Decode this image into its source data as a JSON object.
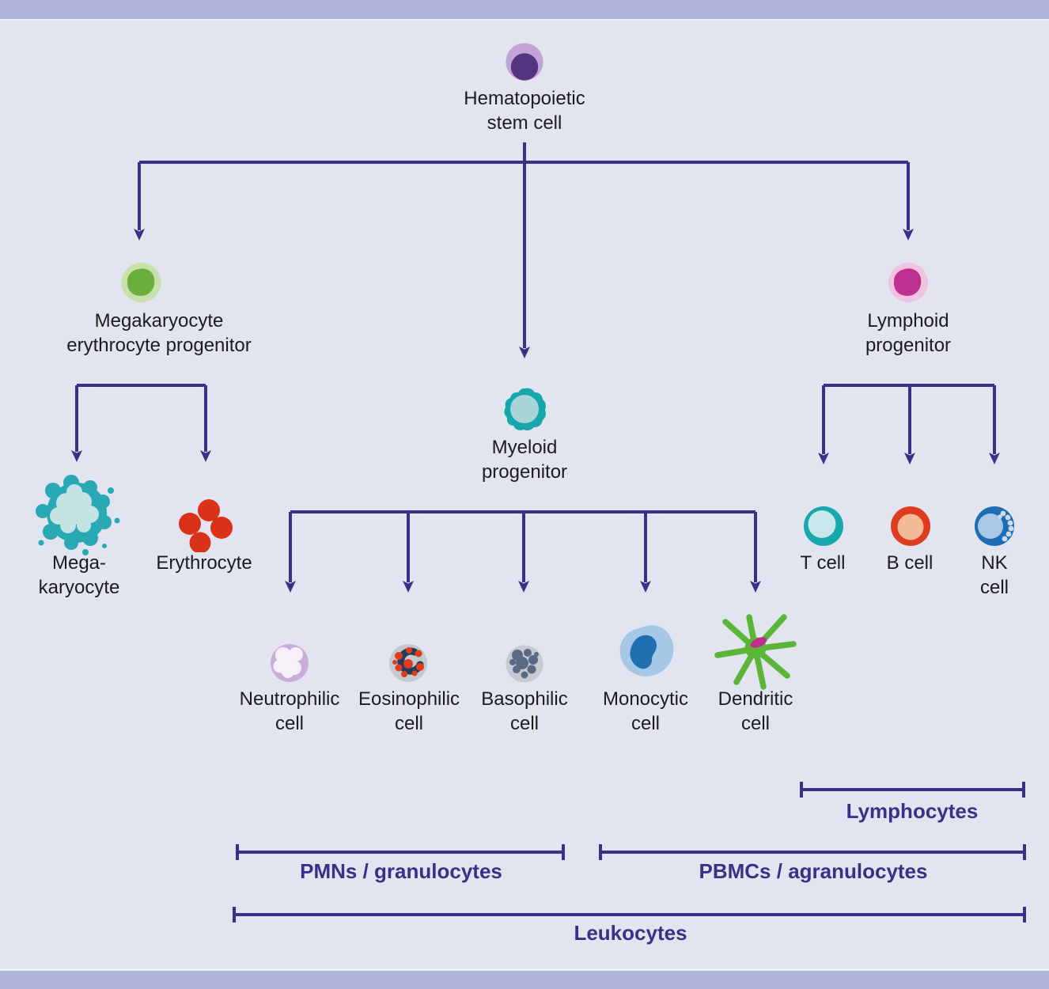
{
  "diagram": {
    "title_implicit": "Hematopoietic cell lineage tree",
    "colors": {
      "background": "#e2e4f0",
      "frame_bars": "#afb5d9",
      "connector": "#3b3087",
      "label_text": "#1c1c1c",
      "bracket_text": "#3b3087"
    },
    "nodes": {
      "stem_cell": {
        "label": "Hematopoietic\nstem cell",
        "icon": "stem-cell-icon",
        "icon_colors": [
          "#c4a4d6",
          "#54357f"
        ]
      },
      "mep": {
        "label": "Megakaryocyte\nerythrocyte progenitor",
        "icon": "mep-cell-icon",
        "icon_colors": [
          "#c9e0ab",
          "#6bae3c"
        ]
      },
      "myeloid": {
        "label": "Myeloid\nprogenitor",
        "icon": "myeloid-progenitor-icon",
        "icon_colors": [
          "#18a6ad",
          "#a8d5da"
        ]
      },
      "lymphoid": {
        "label": "Lymphoid\nprogenitor",
        "icon": "lymphoid-progenitor-icon",
        "icon_colors": [
          "#f0c4e0",
          "#be3090"
        ]
      },
      "megakaryocyte": {
        "label": "Mega-\nkaryocyte",
        "icon": "megakaryocyte-icon",
        "icon_colors": [
          "#28a9b4",
          "#c3e3e5"
        ]
      },
      "erythrocyte": {
        "label": "Erythrocyte",
        "icon": "erythrocyte-icon",
        "icon_colors": [
          "#da3119"
        ]
      },
      "neutrophil": {
        "label": "Neutrophilic\ncell",
        "icon": "neutrophil-cell-icon",
        "icon_colors": [
          "#caacdc",
          "#f6f0f8"
        ]
      },
      "eosinophil": {
        "label": "Eosinophilic\ncell",
        "icon": "eosinophil-cell-icon",
        "icon_colors": [
          "#c6c8cf",
          "#1e3d5a",
          "#e03a1d"
        ]
      },
      "basophil": {
        "label": "Basophilic\ncell",
        "icon": "basophil-cell-icon",
        "icon_colors": [
          "#c8c9d2",
          "#5a6a85"
        ]
      },
      "monocyte": {
        "label": "Monocytic\ncell",
        "icon": "monocyte-cell-icon",
        "icon_colors": [
          "#a6c7e6",
          "#1f6fb1"
        ]
      },
      "dendritic": {
        "label": "Dendritic\ncell",
        "icon": "dendritic-cell-icon",
        "icon_colors": [
          "#5bb637",
          "#c12c8d"
        ]
      },
      "t_cell": {
        "label": "T cell",
        "icon": "t-cell-icon",
        "icon_colors": [
          "#19a7ae",
          "#c8e7eb"
        ]
      },
      "b_cell": {
        "label": "B cell",
        "icon": "b-cell-icon",
        "icon_colors": [
          "#de3c1e",
          "#f3bb97"
        ]
      },
      "nk_cell": {
        "label": "NK cell",
        "icon": "nk-cell-icon",
        "icon_colors": [
          "#1c6db2",
          "#aac7e4"
        ]
      }
    },
    "edges": [
      {
        "from": "stem_cell",
        "to": "mep"
      },
      {
        "from": "stem_cell",
        "to": "myeloid"
      },
      {
        "from": "stem_cell",
        "to": "lymphoid"
      },
      {
        "from": "mep",
        "to": "megakaryocyte"
      },
      {
        "from": "mep",
        "to": "erythrocyte"
      },
      {
        "from": "myeloid",
        "to": "neutrophil"
      },
      {
        "from": "myeloid",
        "to": "eosinophil"
      },
      {
        "from": "myeloid",
        "to": "basophil"
      },
      {
        "from": "myeloid",
        "to": "monocyte"
      },
      {
        "from": "myeloid",
        "to": "dendritic"
      },
      {
        "from": "lymphoid",
        "to": "t_cell"
      },
      {
        "from": "lymphoid",
        "to": "b_cell"
      },
      {
        "from": "lymphoid",
        "to": "nk_cell"
      }
    ],
    "brackets": {
      "lymphocytes": "Lymphocytes",
      "pmns": "PMNs / granulocytes",
      "pbmcs": "PBMCs / agranulocytes",
      "leukocytes": "Leukocytes"
    }
  }
}
